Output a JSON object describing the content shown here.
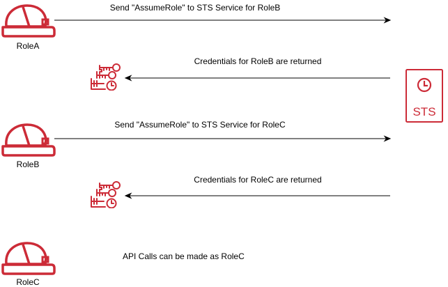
{
  "colors": {
    "icon": "#cc2b37",
    "line": "#000000",
    "text": "#000000",
    "background": "#ffffff"
  },
  "roles": [
    {
      "label": "RoleA",
      "icon": "hard-hat-icon"
    },
    {
      "label": "RoleB",
      "icon": "hard-hat-icon"
    },
    {
      "label": "RoleC",
      "icon": "hard-hat-icon"
    }
  ],
  "service": {
    "label": "STS",
    "icon": "sts-service-icon"
  },
  "messages": [
    {
      "text": "Send \"AssumeRole\" to STS Service for RoleB",
      "direction": "to-sts"
    },
    {
      "text": "Credentials for RoleB are returned",
      "direction": "to-role",
      "icon": "temporary-credentials-icon"
    },
    {
      "text": "Send \"AssumeRole\" to STS Service for RoleC",
      "direction": "to-sts"
    },
    {
      "text": "Credentials for RoleC are returned",
      "direction": "to-role",
      "icon": "temporary-credentials-icon"
    }
  ],
  "note": {
    "text": "API Calls can be made as RoleC"
  }
}
